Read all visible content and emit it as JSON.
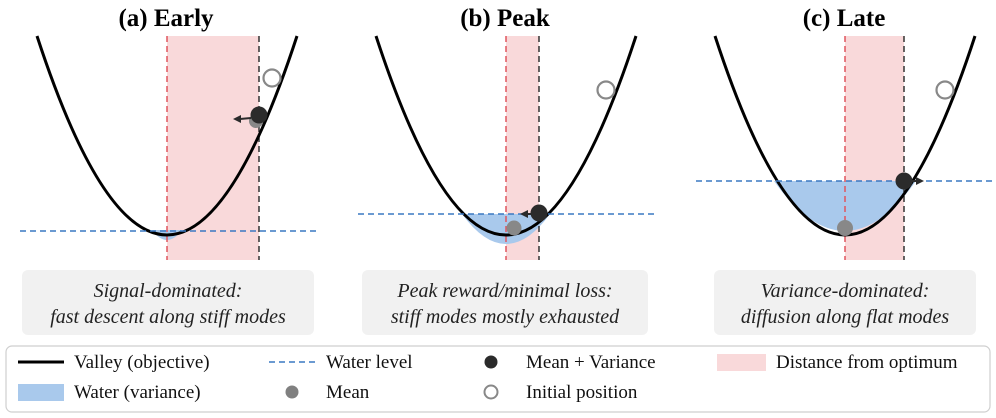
{
  "panels": [
    {
      "title": "(a) Early",
      "caption": [
        "Signal-dominated:",
        "fast descent along stiff modes"
      ]
    },
    {
      "title": "(b) Peak",
      "caption": [
        "Peak reward/minimal loss:",
        "stiff modes mostly exhausted"
      ]
    },
    {
      "title": "(c) Late",
      "caption": [
        "Variance-dominated:",
        "diffusion along flat modes"
      ]
    }
  ],
  "legend": {
    "valley": "Valley (objective)",
    "water_level": "Water level",
    "mean_variance": "Mean + Variance",
    "distance": "Distance from optimum",
    "water": "Water (variance)",
    "mean": "Mean",
    "initial": "Initial position"
  },
  "colors": {
    "valley": "#000000",
    "water_fill": "#a9c9ec",
    "water_level": "#3a78c2",
    "mean": "#808080",
    "mean_variance": "#2b2b2b",
    "distance_fill": "#f9d9da",
    "optimum_line": "#e0565e",
    "caption_bg": "#f1f1f1"
  },
  "icons": {
    "mean_variance": "filled-dark-circle",
    "mean": "filled-gray-circle",
    "initial": "hollow-gray-circle",
    "arrow": "left-right-arrow"
  }
}
